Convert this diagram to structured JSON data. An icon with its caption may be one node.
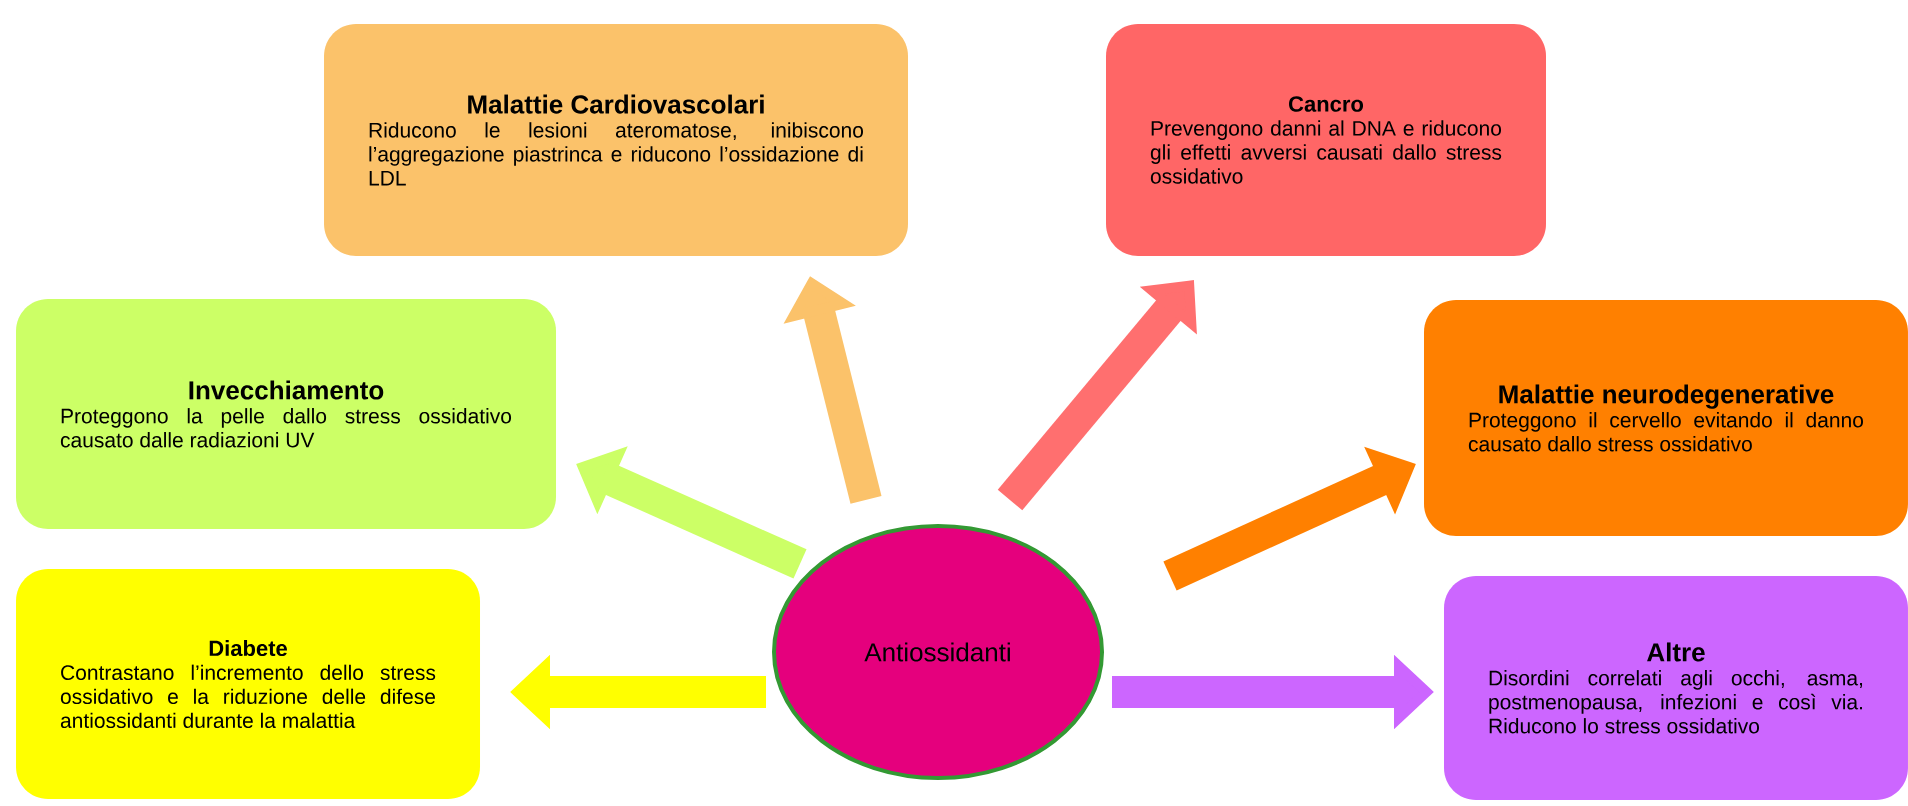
{
  "diagram": {
    "nodes": [
      {
        "text": [
          "Antiossidanti"
        ]
      },
      {
        "text": [
          "Malattie Cardiovascolari",
          "Riducono le lesioni ateromatose, inibiscono l’aggregazione piastrinca e riducono l’ossidazione di LDL"
        ]
      },
      {
        "text": [
          "Cancro",
          "Prevengono danni al DNA e riducono gli effetti avversi causati dallo stress ossidativo"
        ]
      },
      {
        "text": [
          "Invecchiamento",
          "Proteggono la pelle dallo stress ossidativo causato dalle radiazioni UV"
        ]
      },
      {
        "text": [
          "Malattie neurodegenerative",
          "Proteggono il cervello evitando il danno causato dallo stress ossidativo"
        ]
      },
      {
        "text": [
          "Diabete",
          "Contrastano l’incremento dello stress ossidativo e la riduzione delle difese antiossidanti durante la malattia"
        ]
      },
      {
        "text": [
          "Altre",
          "Disordini correlati agli occhi, asma, postmenopausa, infezioni e così via. Riducono lo stress ossidativo"
        ]
      }
    ],
    "edges": [
      {
        "from": 0,
        "to": 1,
        "arrow": "to",
        "color": "#fbc26a"
      },
      {
        "from": 0,
        "to": 2,
        "arrow": "to",
        "color": "#ff6f6f"
      },
      {
        "from": 0,
        "to": 3,
        "arrow": "to",
        "color": "#ccff66"
      },
      {
        "from": 0,
        "to": 4,
        "arrow": "to",
        "color": "#ff8000"
      },
      {
        "from": 0,
        "to": 5,
        "arrow": "to",
        "color": "#ffff00"
      },
      {
        "from": 0,
        "to": 6,
        "arrow": "to",
        "color": "#cc66ff"
      }
    ]
  }
}
